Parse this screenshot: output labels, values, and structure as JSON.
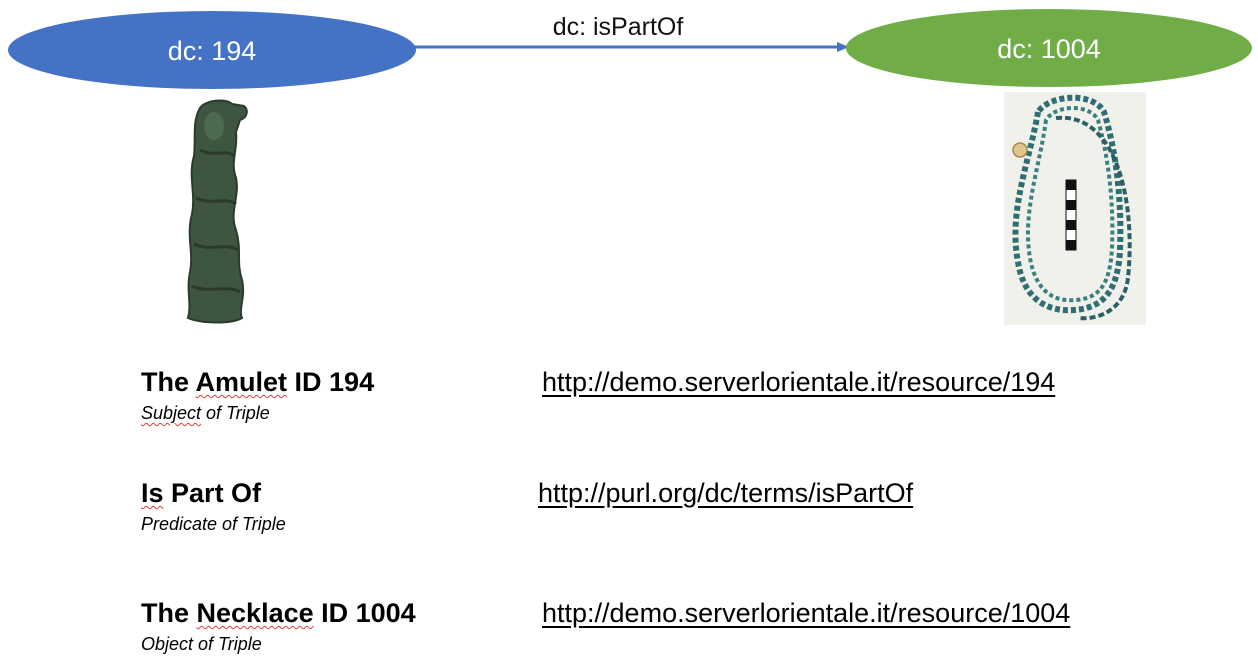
{
  "graph": {
    "subject_node": {
      "label": "dc: 194",
      "color": "#4472c4"
    },
    "object_node": {
      "label": "dc: 1004",
      "color": "#70ad47"
    },
    "edge": {
      "label": "dc: isPartOf",
      "color": "#4472c4"
    }
  },
  "images": {
    "amulet": {
      "icon": "amulet-figurine-photo"
    },
    "necklace": {
      "icon": "bead-necklace-photo"
    }
  },
  "triple": [
    {
      "title_prefix": "The ",
      "title_marked": "Amulet",
      "title_suffix": " ID 194",
      "sub_marked": "Subject",
      "sub_rest": " of Triple",
      "uri": "http://demo.serverlorientale.it/resource/194"
    },
    {
      "title_prefix": "",
      "title_marked": "Is",
      "title_suffix": " Part Of",
      "sub_marked": "",
      "sub_rest": "Predicate of Triple",
      "uri": "http://purl.org/dc/terms/isPartOf"
    },
    {
      "title_prefix": "The ",
      "title_marked": "Necklace",
      "title_suffix": " ID 1004",
      "sub_marked": "",
      "sub_rest": "Object of Triple",
      "uri": "http://demo.serverlorientale.it/resource/1004"
    }
  ]
}
